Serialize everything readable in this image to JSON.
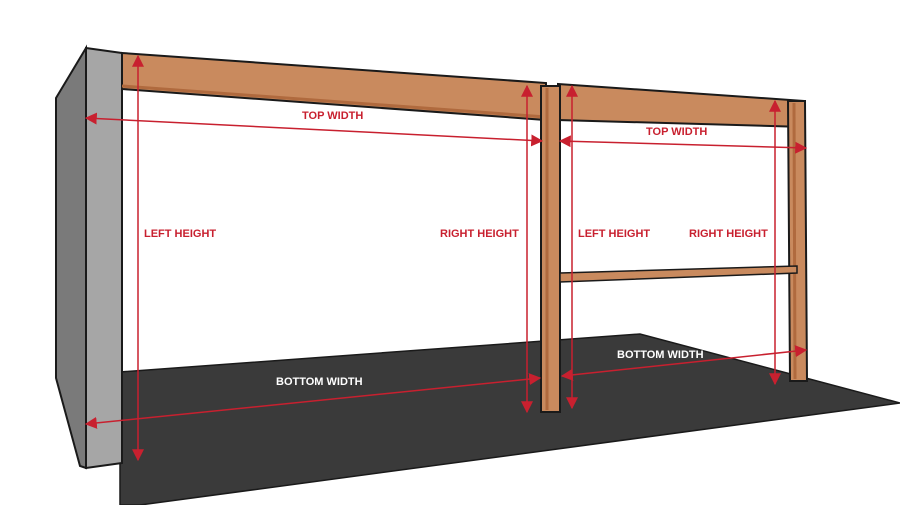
{
  "colors": {
    "background": "#ffffff",
    "floor": "#3a3a3a",
    "wall_front": "#a6a6a6",
    "wall_side": "#7a7a7a",
    "wood_light": "#c98a5e",
    "wood_dark": "#b06a3e",
    "outline": "#1a1a1a",
    "measure": "#c8202f",
    "floor_label": "#ffffff"
  },
  "labels": {
    "top_width_left": "TOP WIDTH",
    "top_width_right": "TOP WIDTH",
    "left_height_left": "LEFT HEIGHT",
    "right_height_left": "RIGHT HEIGHT",
    "left_height_right": "LEFT HEIGHT",
    "right_height_right": "RIGHT HEIGHT",
    "bottom_width_left": "BOTTOM WIDTH",
    "bottom_width_right": "BOTTOM WIDTH"
  }
}
